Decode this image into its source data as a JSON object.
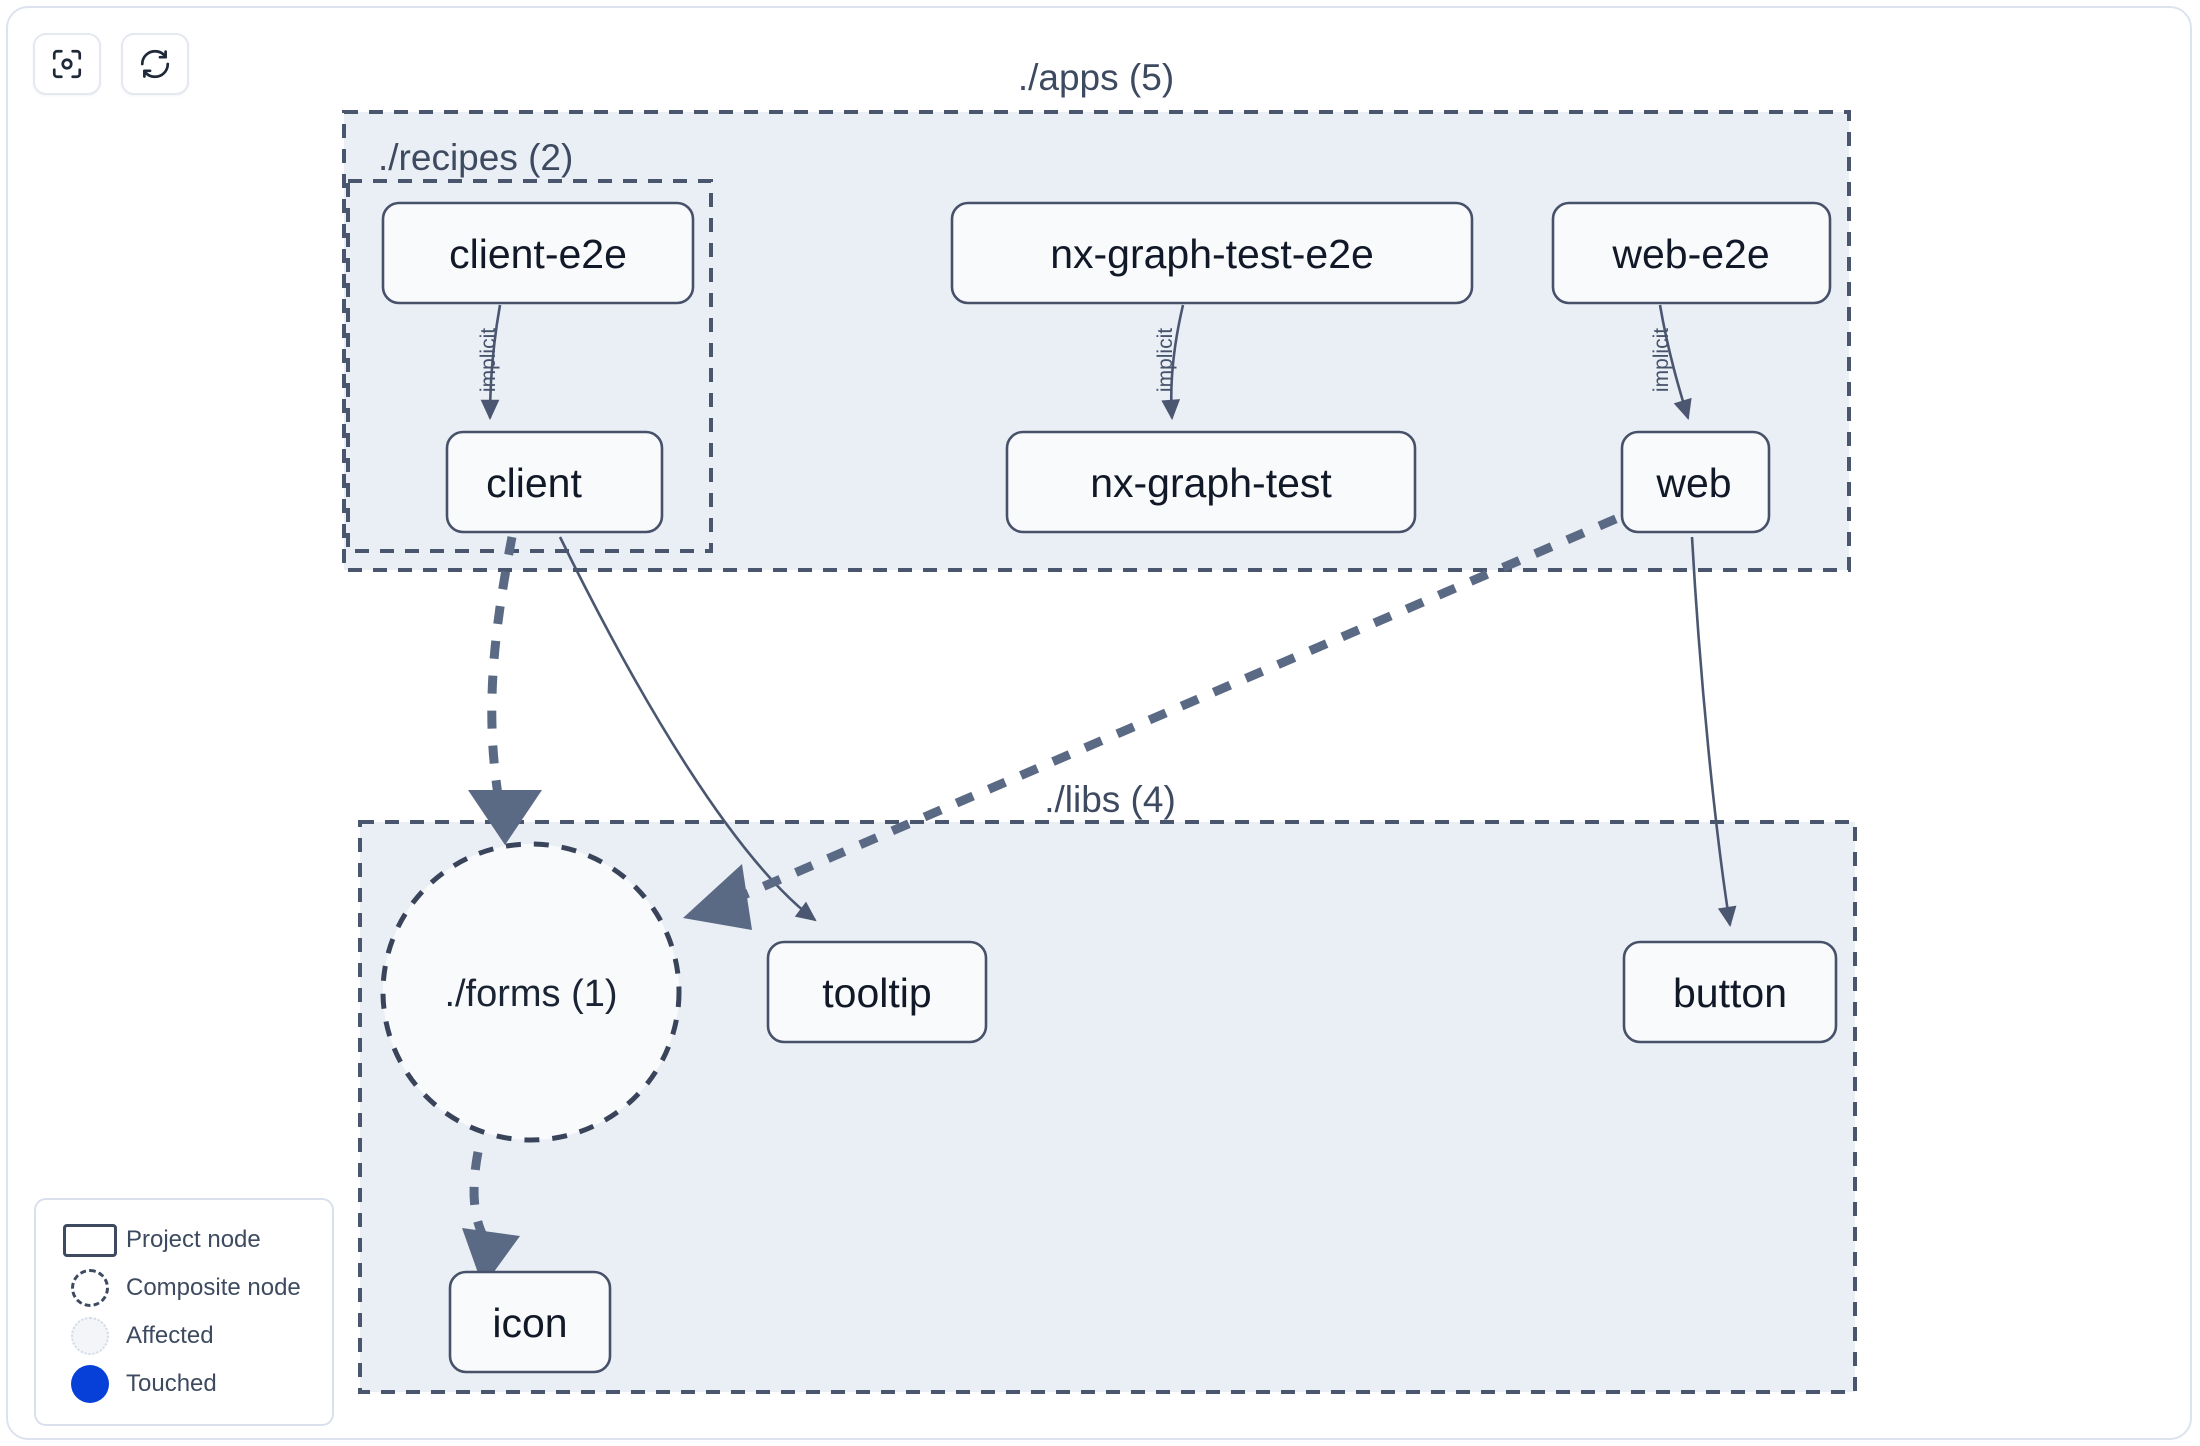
{
  "toolbar": {
    "buttons": [
      {
        "name": "focus-graph-button",
        "icon": "focus-target-icon",
        "label": ""
      },
      {
        "name": "refresh-graph-button",
        "icon": "refresh-icon",
        "label": ""
      }
    ]
  },
  "graph": {
    "groups": [
      {
        "id": "apps",
        "label": "./apps (5)"
      },
      {
        "id": "recipes",
        "label": "./recipes (2)"
      },
      {
        "id": "libs",
        "label": "./libs (4)"
      }
    ],
    "nodes": [
      {
        "id": "client-e2e",
        "label": "client-e2e",
        "type": "project",
        "group": "recipes"
      },
      {
        "id": "nx-graph-test-e2e",
        "label": "nx-graph-test-e2e",
        "type": "project",
        "group": "apps"
      },
      {
        "id": "web-e2e",
        "label": "web-e2e",
        "type": "project",
        "group": "apps"
      },
      {
        "id": "client",
        "label": "client",
        "type": "project",
        "group": "recipes"
      },
      {
        "id": "nx-graph-test",
        "label": "nx-graph-test",
        "type": "project",
        "group": "apps"
      },
      {
        "id": "web",
        "label": "web",
        "type": "project",
        "group": "apps"
      },
      {
        "id": "forms",
        "label": "./forms (1)",
        "type": "composite",
        "group": "libs"
      },
      {
        "id": "tooltip",
        "label": "tooltip",
        "type": "project",
        "group": "libs"
      },
      {
        "id": "button",
        "label": "button",
        "type": "project",
        "group": "libs"
      },
      {
        "id": "icon",
        "label": "icon",
        "type": "project",
        "group": "libs"
      }
    ],
    "edges": [
      {
        "from": "client-e2e",
        "to": "client",
        "label": "implicit",
        "style": "thin"
      },
      {
        "from": "nx-graph-test-e2e",
        "to": "nx-graph-test",
        "label": "implicit",
        "style": "thin"
      },
      {
        "from": "web-e2e",
        "to": "web",
        "label": "implicit",
        "style": "thin"
      },
      {
        "from": "client",
        "to": "forms",
        "label": "",
        "style": "thick"
      },
      {
        "from": "client",
        "to": "tooltip",
        "label": "",
        "style": "thin"
      },
      {
        "from": "web",
        "to": "forms",
        "label": "",
        "style": "thick"
      },
      {
        "from": "web",
        "to": "button",
        "label": "",
        "style": "thin"
      },
      {
        "from": "forms",
        "to": "icon",
        "label": "",
        "style": "thick"
      }
    ]
  },
  "legend": {
    "items": [
      {
        "swatch": "project-node-swatch",
        "label": "Project node"
      },
      {
        "swatch": "composite-node-swatch",
        "label": "Composite node"
      },
      {
        "swatch": "affected-swatch",
        "label": "Affected"
      },
      {
        "swatch": "touched-swatch",
        "label": "Touched"
      }
    ]
  },
  "colors": {
    "group_fill": "#eaeef5",
    "group_stroke": "#49566e",
    "node_fill": "#f9fafc",
    "node_stroke": "#47526a",
    "edge_thin": "#4b5771",
    "edge_thick": "#5b6a84",
    "touched": "#0640d8",
    "canvas_border": "#dde3ee"
  }
}
